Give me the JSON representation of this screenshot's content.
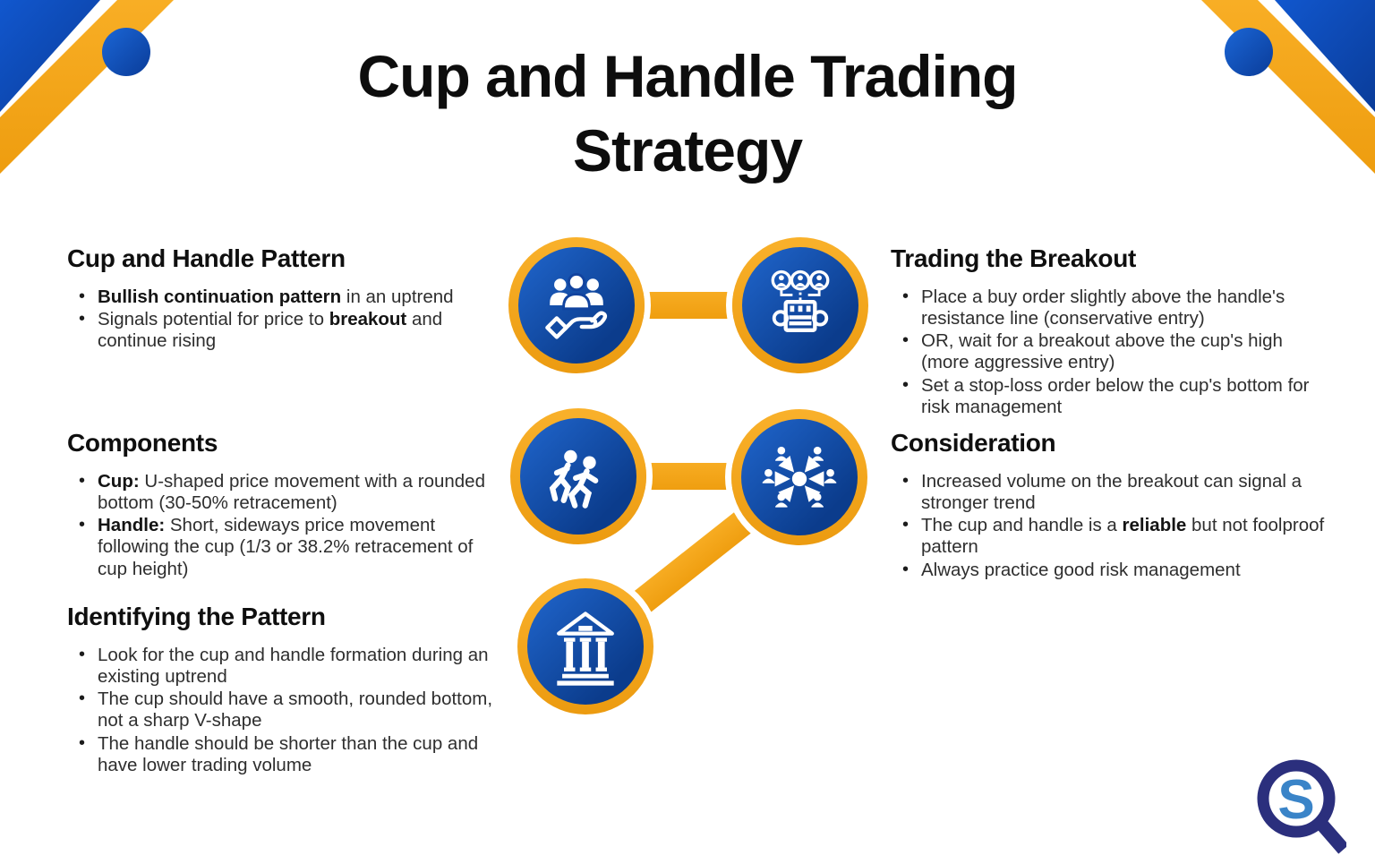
{
  "title": "Cup and Handle Trading Strategy",
  "title_lines": [
    "Cup and Handle Trading",
    "Strategy"
  ],
  "colors": {
    "accent_gold": "#F2A516",
    "circle_blue_light": "#2066CD",
    "circle_blue_dark": "#0B3C8C",
    "corner_blue_light": "#1157CE",
    "corner_blue_dark": "#0A3C99",
    "title_text": "#0D0D0D",
    "body_text": "#2E2E2E",
    "icon_white": "#FFFFFF",
    "logo_navy": "#2B2F7D",
    "logo_blue": "#3A84C8"
  },
  "sections": {
    "left": [
      {
        "heading": "Cup and Handle Pattern",
        "bullets": [
          {
            "segments": [
              {
                "text": "Bullish continuation pattern",
                "bold": true
              },
              {
                "text": " in an uptrend",
                "bold": false
              }
            ]
          },
          {
            "segments": [
              {
                "text": "Signals potential for price to ",
                "bold": false
              },
              {
                "text": "breakout",
                "bold": true
              },
              {
                "text": " and continue rising",
                "bold": false
              }
            ]
          }
        ]
      },
      {
        "heading": "Components",
        "bullets": [
          {
            "segments": [
              {
                "text": "Cup:",
                "bold": true
              },
              {
                "text": " U-shaped price movement with a rounded bottom (30-50% retracement)",
                "bold": false
              }
            ]
          },
          {
            "segments": [
              {
                "text": "Handle:",
                "bold": true
              },
              {
                "text": " Short, sideways price movement following the cup (1/3 or 38.2% retracement of cup height)",
                "bold": false
              }
            ]
          }
        ]
      },
      {
        "heading": "Identifying the Pattern",
        "bullets": [
          {
            "segments": [
              {
                "text": "Look for the cup and handle formation during an existing uptrend",
                "bold": false
              }
            ]
          },
          {
            "segments": [
              {
                "text": "The cup should have a smooth, rounded bottom, not a sharp V-shape",
                "bold": false
              }
            ]
          },
          {
            "segments": [
              {
                "text": "The handle should be shorter than the cup and have lower trading volume",
                "bold": false
              }
            ]
          }
        ]
      }
    ],
    "right": [
      {
        "heading": "Trading the Breakout",
        "bullets": [
          {
            "segments": [
              {
                "text": "Place a buy order slightly above the handle's resistance line (conservative entry)",
                "bold": false
              }
            ]
          },
          {
            "segments": [
              {
                "text": "OR, wait for a breakout above the cup's high (more aggressive entry)",
                "bold": false
              }
            ]
          },
          {
            "segments": [
              {
                "text": "Set a stop-loss order below the cup's bottom for risk management",
                "bold": false
              }
            ]
          }
        ]
      },
      {
        "heading": "Consideration",
        "bullets": [
          {
            "segments": [
              {
                "text": "Increased volume on the breakout can signal a stronger trend",
                "bold": false
              }
            ]
          },
          {
            "segments": [
              {
                "text": "The cup and handle is a ",
                "bold": false
              },
              {
                "text": "reliable",
                "bold": true
              },
              {
                "text": " but not foolproof pattern",
                "bold": false
              }
            ]
          },
          {
            "segments": [
              {
                "text": "Always practice good risk management",
                "bold": false
              }
            ]
          }
        ]
      }
    ]
  },
  "diagram": {
    "nodes": [
      {
        "icon": "hand-holding-people-icon"
      },
      {
        "icon": "automation-machine-icon"
      },
      {
        "icon": "running-people-icon"
      },
      {
        "icon": "people-network-icon"
      },
      {
        "icon": "bank-icon"
      }
    ],
    "connectors": [
      "top-horizontal",
      "middle-horizontal",
      "bottom-diagonal"
    ]
  },
  "logo": {
    "icon": "sq-logo"
  }
}
